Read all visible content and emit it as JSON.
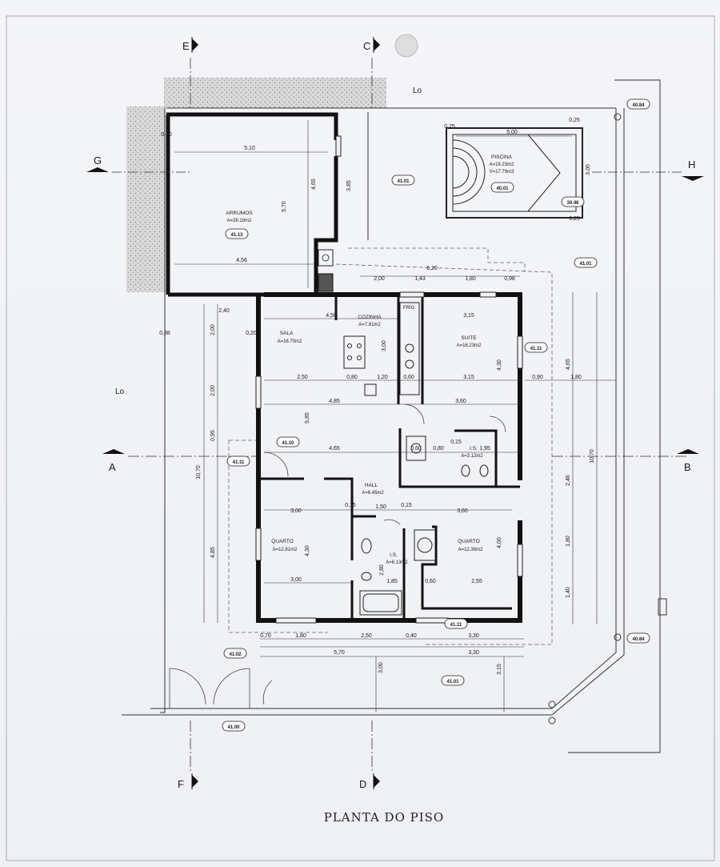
{
  "sections": {
    "e": "E",
    "c": "C",
    "g": "G",
    "h": "H",
    "a": "A",
    "b": "B",
    "f": "F",
    "d": "D"
  },
  "title": "PLANTA DO PISO",
  "labels": {
    "lo_top": "Lo",
    "lo_left": "Lo"
  },
  "rooms": {
    "arrumos": {
      "name": "ARRUMOS",
      "area": "A=28.18m2"
    },
    "piscina": {
      "name": "PISCINA",
      "area": "A=19.23m2",
      "volume": "V=17.79m3"
    },
    "sala": {
      "name": "SALA",
      "area": "A=16.70m2"
    },
    "cozinha": {
      "name": "COZINHA",
      "area": "A=7.81m2"
    },
    "suite": {
      "name": "SUITE",
      "area": "A=16.23m2"
    },
    "hall": {
      "name": "HALL",
      "area": "A=6.45m2"
    },
    "quarto1": {
      "name": "QUARTO",
      "area": "A=12.81m2"
    },
    "quarto2": {
      "name": "QUARTO",
      "area": "A=12.36m2"
    },
    "is1": {
      "name": "I.S.",
      "area": "A=3.12m2"
    },
    "is2": {
      "name": "I.S.",
      "area": "A=6.13m2"
    },
    "fric": "FRIG."
  },
  "levels": {
    "l4113": "41.13",
    "l4101a": "41.01",
    "l4001": "40.01",
    "l3946": "39.46",
    "l4101b": "41.01",
    "l4111a": "41.11",
    "l4110": "41.10",
    "l4111b": "41.11",
    "l4111c": "41.11",
    "l4101c": "41.01",
    "l4102": "41.02",
    "l4100": "41.00",
    "l4084a": "40.84",
    "l4084b": "40.84"
  },
  "dims": {
    "d510": "5,10",
    "d570a": "5,70",
    "d456": "4,56",
    "d465a": "4,65",
    "d385": "3,85",
    "d500": "5,00",
    "d300a": "3,00",
    "d620": "6,20",
    "d200": "2,00",
    "d143": "1,43",
    "d180a": "1,80",
    "d098": "0,98",
    "d450": "4,50",
    "d315a": "3,15",
    "d240": "2,40",
    "d250a": "2,50",
    "d080a": "0,80",
    "d120": "1,20",
    "d060a": "0,60",
    "d315b": "3,15",
    "d485": "4,85",
    "d360a": "3,60",
    "d465b": "4,65",
    "d585": "5,85",
    "d150": "1,50",
    "d360b": "3,60",
    "d300b": "3,00",
    "d430a": "4,30",
    "d300c": "3,00",
    "d400": "4,00",
    "d255": "2,55",
    "d185": "1,85",
    "d060b": "0,60",
    "d070": "0,70",
    "d250b": "2,50",
    "d040": "0,40",
    "d330a": "3,30",
    "d570b": "5,70",
    "d330b": "3,30",
    "d300d": "3,00",
    "d315c": "3,15",
    "d1070a": "10,70",
    "d1070b": "10,70",
    "d200b": "2,00",
    "d200c": "2,00",
    "d485b": "4,85",
    "d180b": "1,80",
    "d246": "2,46",
    "d140": "1,40",
    "d465c": "4,65",
    "d090": "0,90",
    "d180c": "1,80",
    "d095": "0,95",
    "d195": "1,95",
    "d015": "0,15",
    "d020": "0,20",
    "d038": "0,38",
    "d025": "0,25",
    "d430b": "4,30",
    "d280": "2,80"
  }
}
